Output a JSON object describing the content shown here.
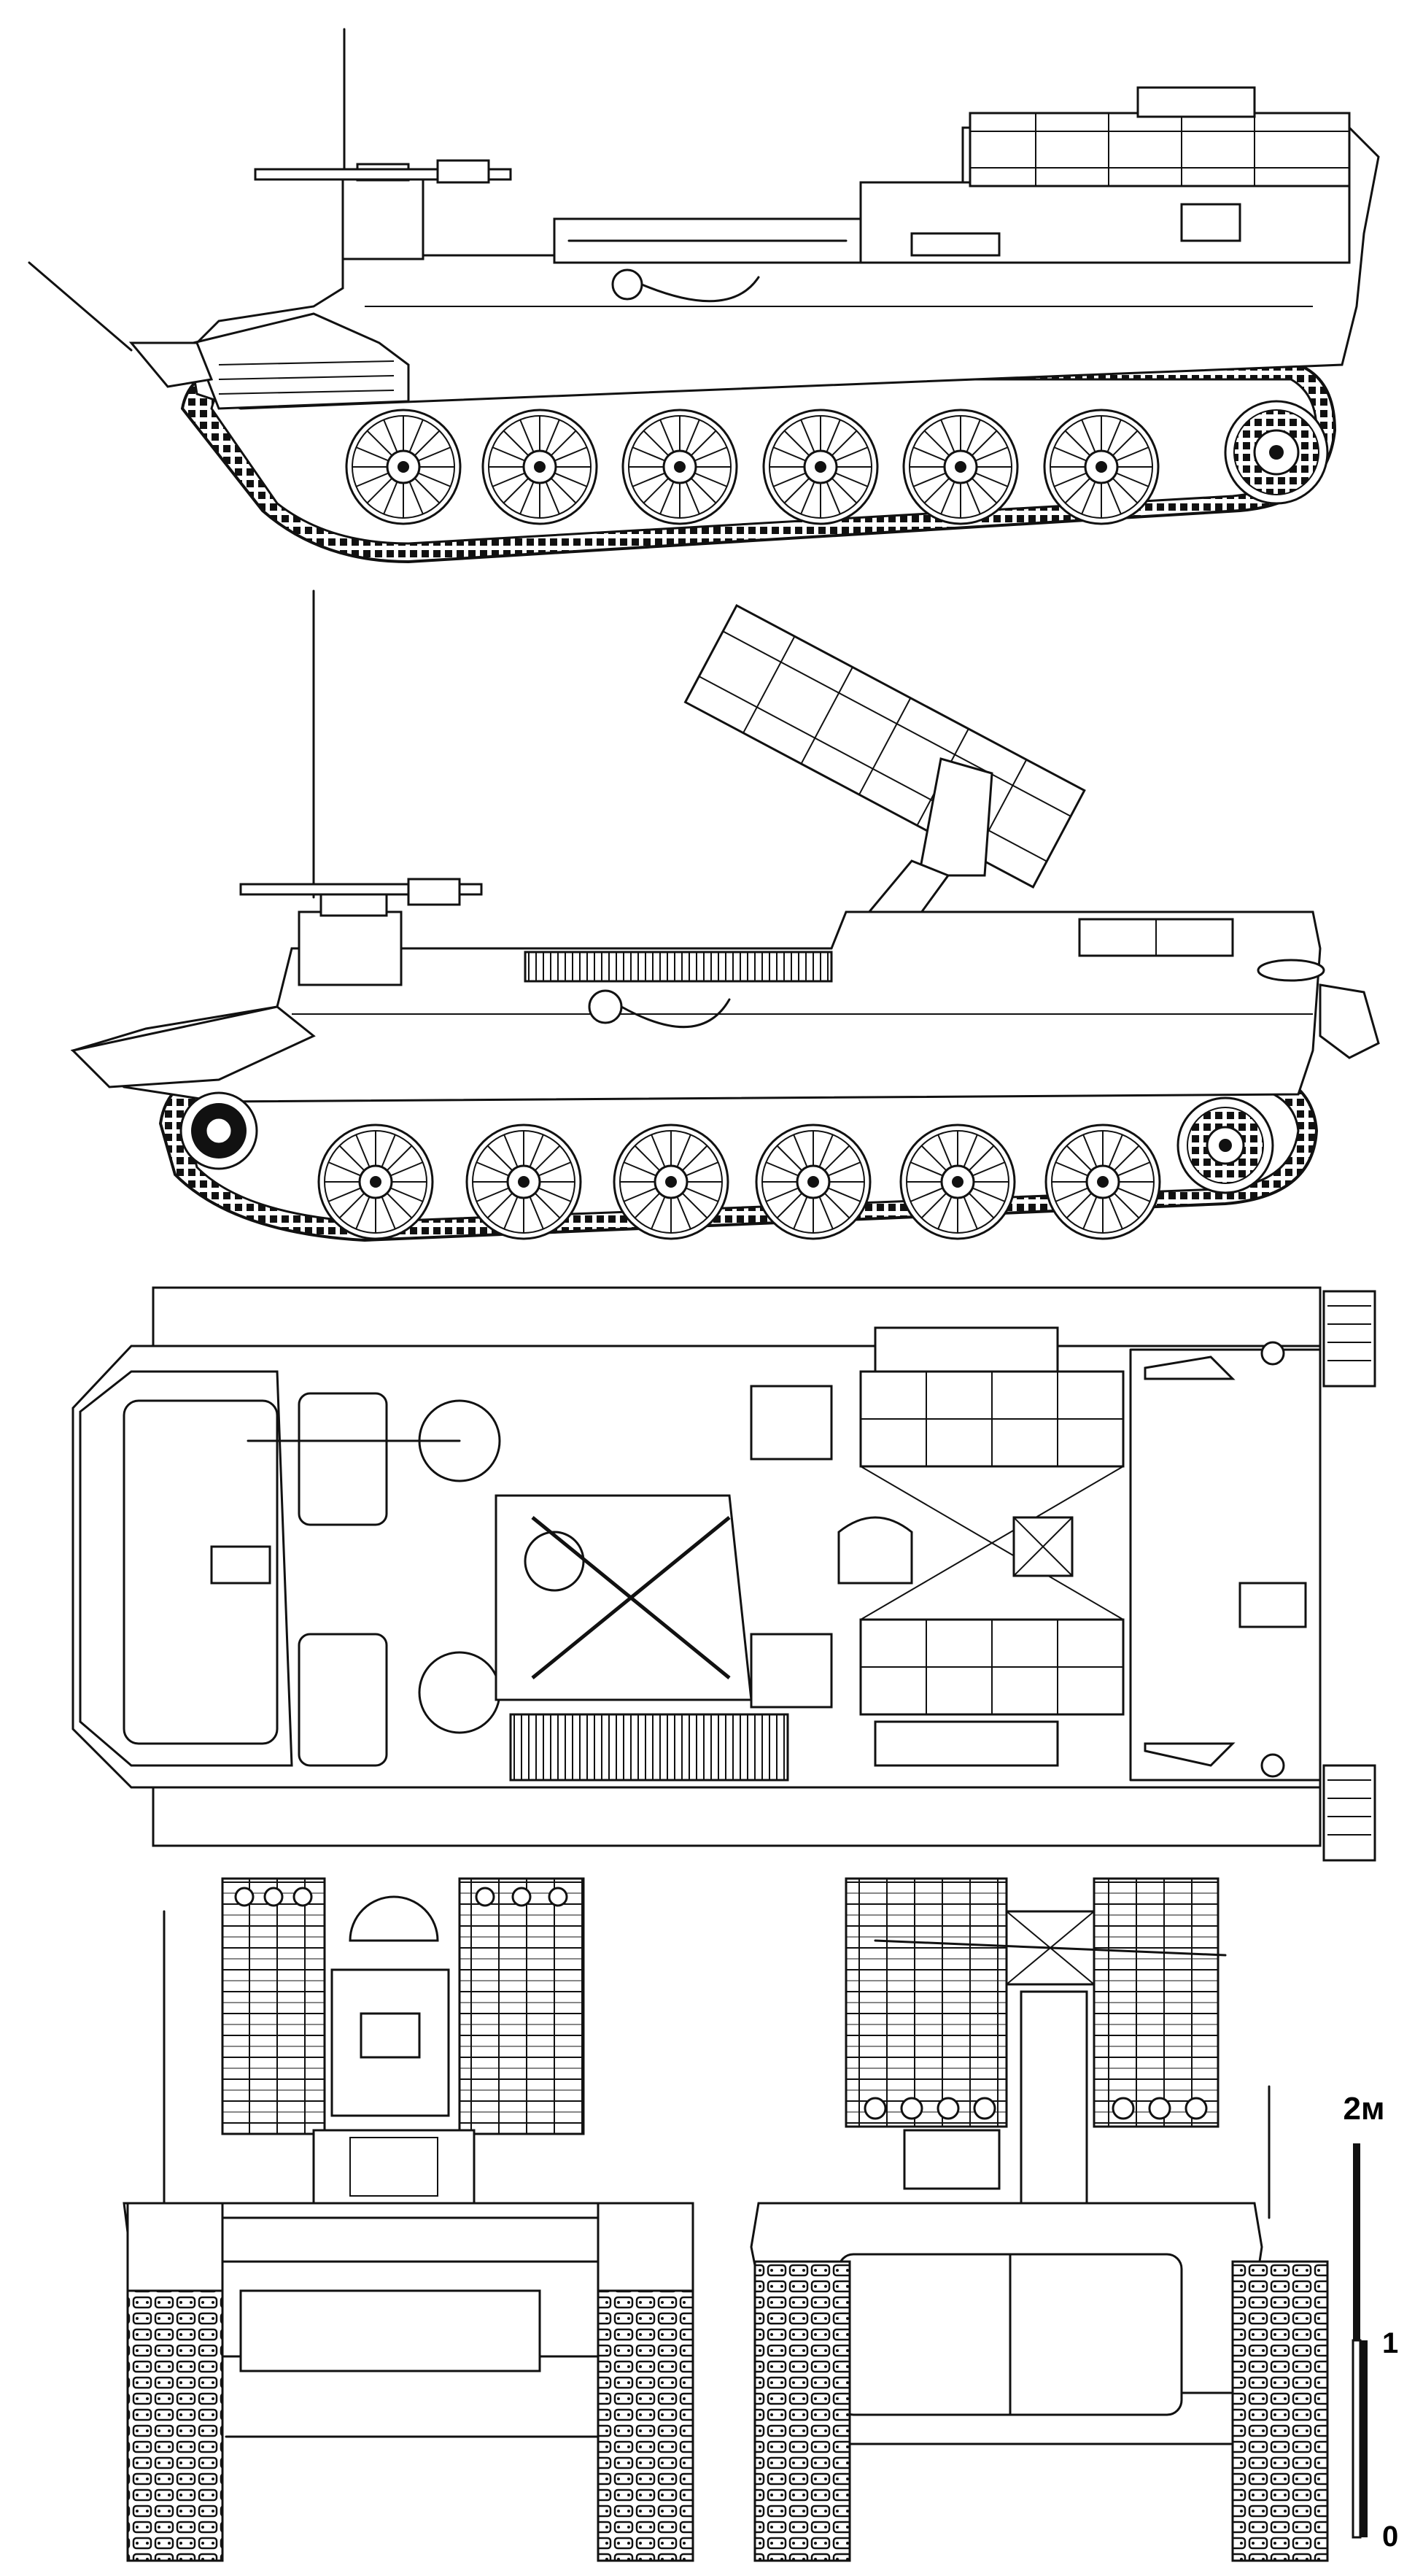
{
  "scale_bar": {
    "top_label": "2м",
    "mid_label": "1",
    "bottom_label": "0"
  },
  "views": [
    {
      "id": "side-travel"
    },
    {
      "id": "side-launch"
    },
    {
      "id": "top"
    },
    {
      "id": "front"
    },
    {
      "id": "rear"
    }
  ]
}
